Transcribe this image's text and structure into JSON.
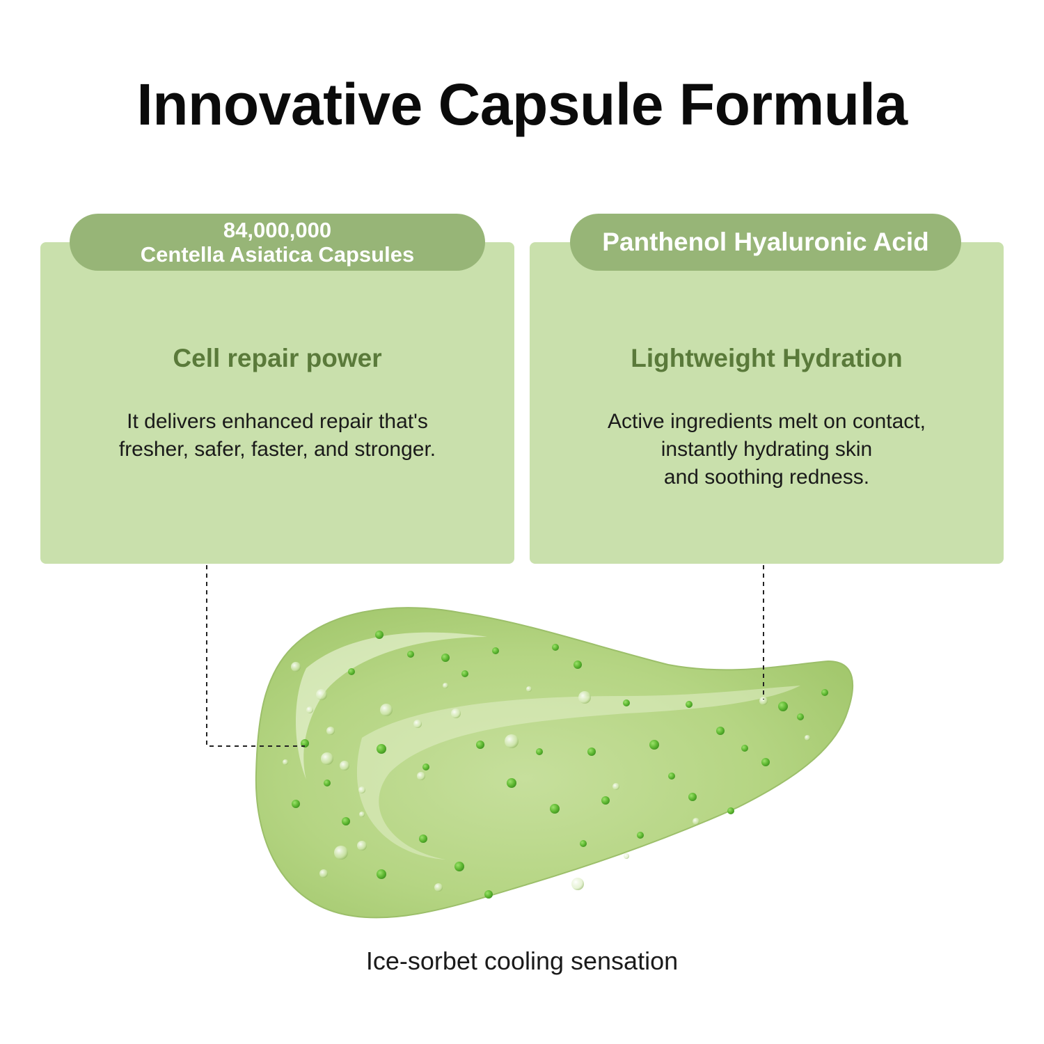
{
  "title": "Innovative Capsule Formula",
  "cards": [
    {
      "badge_lines": [
        "84,000,000",
        "Centella Asiatica Capsules"
      ],
      "heading": "Cell repair power",
      "body_lines": [
        "It delivers enhanced repair that's",
        "fresher, safer, faster, and stronger."
      ]
    },
    {
      "badge_lines": [
        "Panthenol Hyaluronic Acid"
      ],
      "heading": "Lightweight Hydration",
      "body_lines": [
        "Active ingredients melt on contact,",
        "instantly hydrating skin",
        "and soothing redness."
      ]
    }
  ],
  "caption": "Ice-sorbet cooling sensation",
  "colors": {
    "card_background": "#c9e0ac",
    "badge_background": "#97b577",
    "heading_text": "#5a7a3a",
    "gel": "#b5d583",
    "capsule": "#6cc23a"
  }
}
